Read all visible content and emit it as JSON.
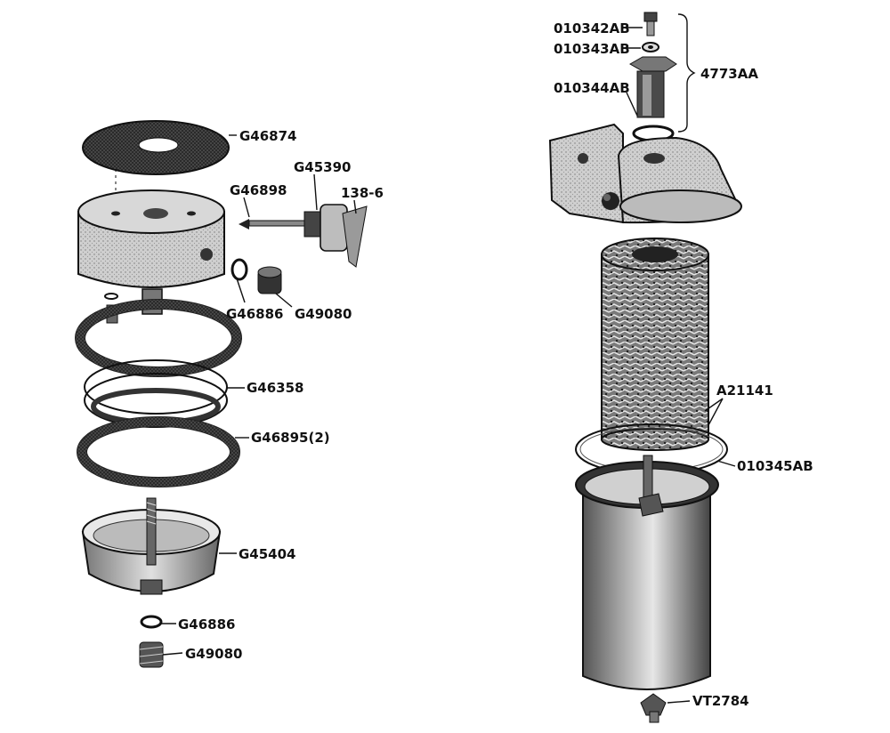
{
  "left_assembly": {
    "labels": {
      "felt_pad": "G46874",
      "valve_stem": "G45390",
      "valve_needle": "G46898",
      "clip": "138-6",
      "gasket_side": "G46886",
      "plug_side": "G49080",
      "ring_gasket": "G46358",
      "gasket_pair": "G46895(2)",
      "bowl": "G45404",
      "gasket_bottom": "G46886",
      "plug_bottom": "G49080"
    }
  },
  "right_assembly": {
    "labels": {
      "bolt": "010342AB",
      "washer": "010343AB",
      "nut": "010344AB",
      "kit": "4773AA",
      "element": "A21141",
      "seal_ring": "010345AB",
      "drain": "VT2784"
    }
  }
}
